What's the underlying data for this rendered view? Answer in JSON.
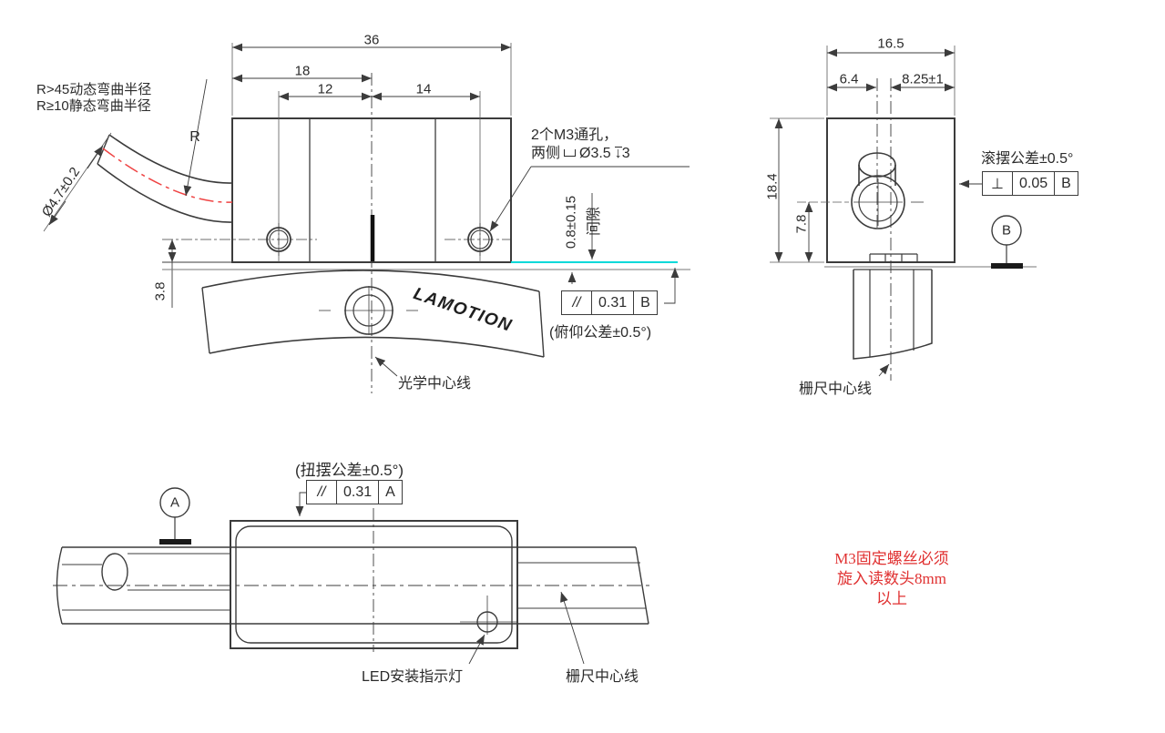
{
  "front_view": {
    "bend_note_line1": "R>45动态弯曲半径",
    "bend_note_line2": "R≥10静态弯曲半径",
    "dim_width_total": "36",
    "dim_left_to_center": "18",
    "dim_hole_to_center": "12",
    "dim_center_to_hole": "14",
    "dim_face_height": "3.8",
    "radius_label": "R",
    "cable_diameter": "Ø4.7±0.2",
    "m3_note_line1": "2个M3通孔，",
    "m3_note_prefix": "两侧",
    "m3_note_diameter": "Ø3.5",
    "m3_depth_arrow": "↓",
    "m3_depth_value": "3",
    "gap_value": "0.8±0.15",
    "gap_label": "间隙",
    "fcf": {
      "symbol": "//",
      "value": "0.31",
      "datum": "B"
    },
    "fcf_caption": "(俯仰公差±0.5°)",
    "brand": "LAMOTION",
    "optical_center_label": "光学中心线"
  },
  "side_view": {
    "dim_width_total": "16.5",
    "dim_left_to_cable": "6.4",
    "dim_center_to_right": "8.25±1",
    "dim_height_total": "18.4",
    "dim_hole_height": "7.8",
    "roll_tolerance_label": "滚摆公差±0.5°",
    "fcf": {
      "symbol": "⊥",
      "value": "0.05",
      "datum": "B"
    },
    "datum_label": "B",
    "scale_center_label": "栅尺中心线"
  },
  "top_view": {
    "yaw_tolerance_caption": "(扭摆公差±0.5°)",
    "fcf": {
      "symbol": "//",
      "value": "0.31",
      "datum": "A"
    },
    "datum_label": "A",
    "led_label": "LED安装指示灯",
    "scale_center_label": "栅尺中心线"
  },
  "warning_note": {
    "line1": "M3固定螺丝必须",
    "line2": "旋入读数头8mm",
    "line3": "以上"
  }
}
